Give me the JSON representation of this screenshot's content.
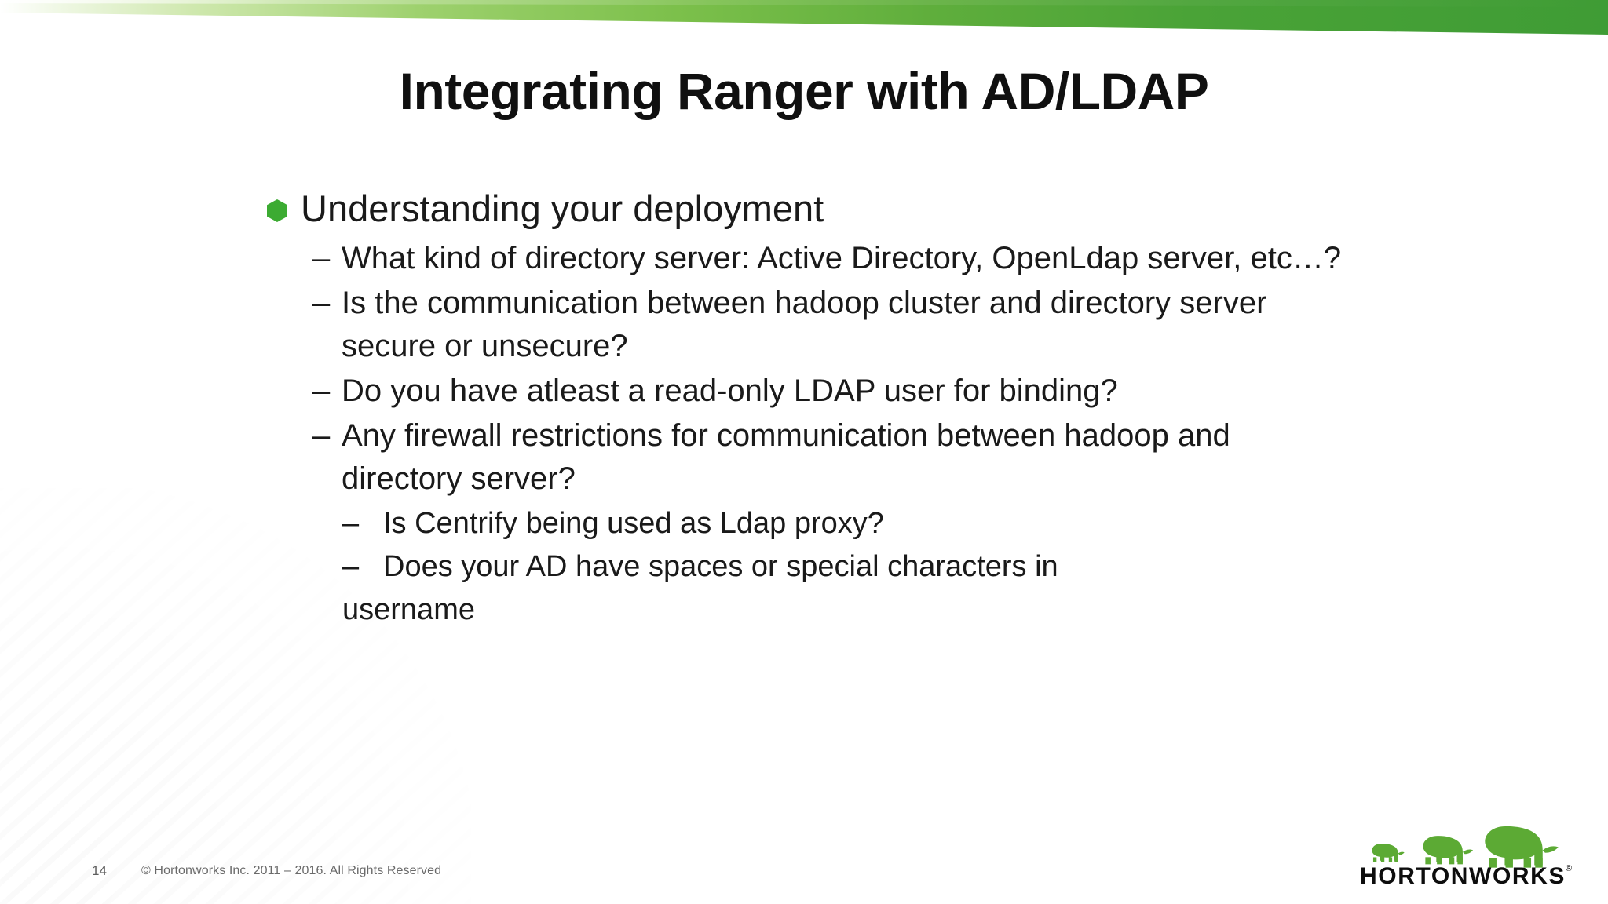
{
  "slide": {
    "title": "Integrating Ranger with AD/LDAP",
    "bullet_icon": "green-hexagon-bullet",
    "dash_marker": "–"
  },
  "content": {
    "level1": {
      "text": "Understanding your deployment"
    },
    "level2": [
      {
        "text": "What kind of directory server: Active Directory, OpenLdap server, etc…?"
      },
      {
        "text": "Is the communication between hadoop cluster and directory server secure or unsecure?"
      },
      {
        "text": "Do you have atleast a read-only LDAP user for binding?"
      },
      {
        "text": "Any firewall restrictions for communication between hadoop and directory server?"
      }
    ],
    "level3": [
      {
        "text": "Is Centrify being used as Ldap proxy?",
        "wrap_out": false
      },
      {
        "text_head": "Does your AD have spaces or special characters in",
        "text_tail": "username",
        "wrap_out": true
      }
    ]
  },
  "footer": {
    "page_number": "14",
    "copyright": "© Hortonworks Inc. 2011 – 2016. All Rights Reserved"
  },
  "logo": {
    "name": "hortonworks-logo",
    "wordmark": "HORTONWORKS",
    "trademark": "®"
  },
  "colors": {
    "banner_light_green": "#c3e39a",
    "banner_mid_green": "#6ab440",
    "banner_dark_green": "#3f9c35",
    "bullet_green": "#3cab32",
    "logo_green": "#5caa34",
    "title_color": "#101010",
    "body_color": "#1a1a1a",
    "footer_color": "#6a6a6a"
  }
}
